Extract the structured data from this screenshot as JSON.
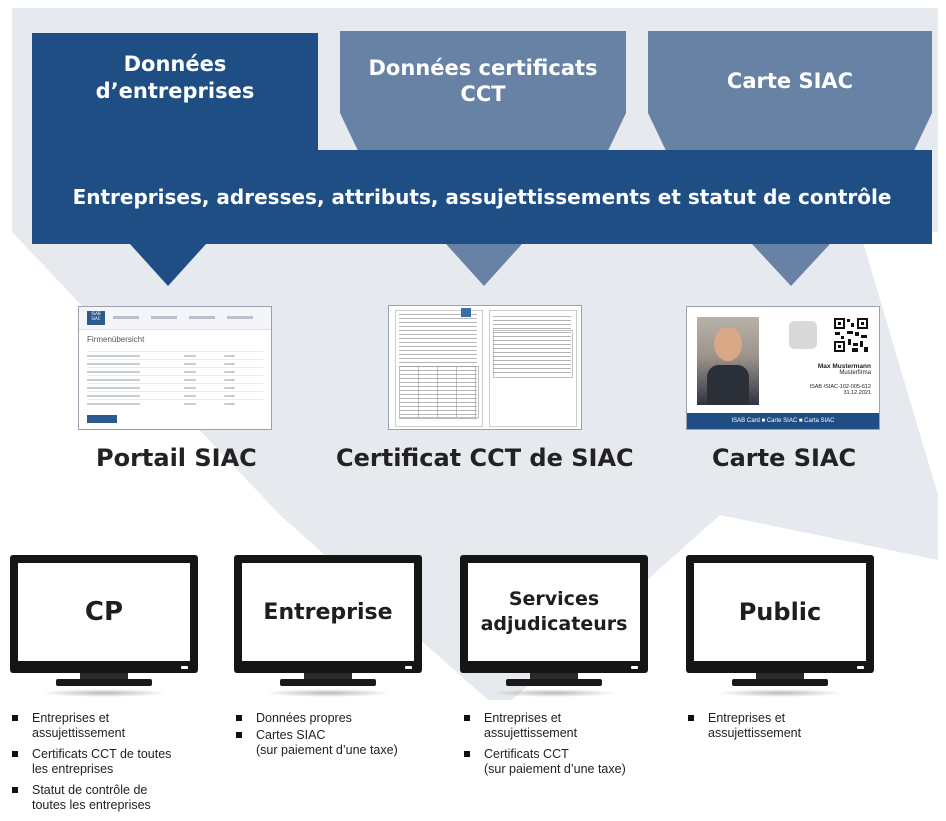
{
  "top_boxes": {
    "company_data": "Données\nd’entreprises",
    "cct_data": "Données certificats\nCCT",
    "siac_card": "Carte SIAC"
  },
  "band_text": "Entreprises, adresses, attributs, assujettissements et statut de contrôle",
  "products": {
    "portal": "Portail SIAC",
    "certificate": "Certificat CCT de SIAC",
    "card": "Carte SIAC"
  },
  "portal_thumb": {
    "heading": "Firmenübersicht",
    "logo": "ISAB\nSIAC"
  },
  "card_thumb": {
    "name": "Max Mustermann",
    "company": "Musterfirma",
    "number": "ISAB /SIAC-102-005-612",
    "date": "31.12.2021",
    "footer": "ISAB Card  ■  Carte SIAC  ■  Carta SIAC"
  },
  "monitors": [
    {
      "label": "CP",
      "bullets": [
        "Entreprises et\nassujettissement",
        "Certificats CCT de toutes\nles entreprises",
        "Statut de contrôle de\ntoutes les entreprises"
      ]
    },
    {
      "label": "Entreprise",
      "bullets": [
        "Données propres",
        "Cartes SIAC\n(sur paiement d’une taxe)"
      ]
    },
    {
      "label": "Services\nadjudicateurs",
      "bullets": [
        "Entreprises et\nassujettissement",
        "Certificats CCT\n(sur paiement d’une taxe)"
      ]
    },
    {
      "label": "Public",
      "bullets": [
        "Entreprises et\nassujettissement"
      ]
    }
  ],
  "colors": {
    "primary": "#1f4e84",
    "secondary": "#6882a6",
    "arrow_bg": "#e6e9ed"
  }
}
